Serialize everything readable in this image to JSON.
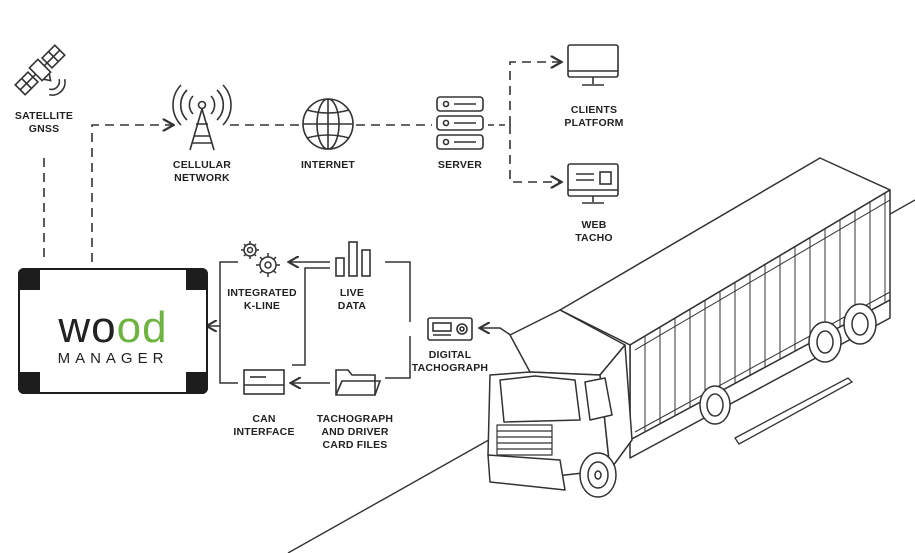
{
  "nodes": {
    "satellite": {
      "line1": "SATELLITE",
      "line2": "GNSS"
    },
    "cellular": {
      "line1": "CELLULAR",
      "line2": "NETWORK"
    },
    "internet": {
      "line1": "INTERNET"
    },
    "server": {
      "line1": "SERVER"
    },
    "clients": {
      "line1": "CLIENTS",
      "line2": "PLATFORM"
    },
    "webtacho": {
      "line1": "WEB",
      "line2": "TACHO"
    },
    "kline": {
      "line1": "INTEGRATED",
      "line2": "K-LINE"
    },
    "livedata": {
      "line1": "LIVE",
      "line2": "DATA"
    },
    "tachograph": {
      "line1": "DIGITAL",
      "line2": "TACHOGRAPH"
    },
    "can": {
      "line1": "CAN",
      "line2": "INTERFACE"
    },
    "cardfiles": {
      "line1": "TACHOGRAPH",
      "line2": "AND DRIVER",
      "line3": "CARD FILES"
    }
  },
  "device": {
    "brand_part1": "wo",
    "brand_part2": "od",
    "brand_sub": "MANAGER"
  },
  "colors": {
    "line": "#333333",
    "accent": "#6db33f"
  },
  "icons": [
    "satellite-icon",
    "cell-tower-icon",
    "globe-icon",
    "server-icon",
    "monitor-icon",
    "web-tacho-icon",
    "gears-icon",
    "bar-chart-icon",
    "tachograph-device-icon",
    "can-interface-icon",
    "folder-icon",
    "truck-icon"
  ]
}
